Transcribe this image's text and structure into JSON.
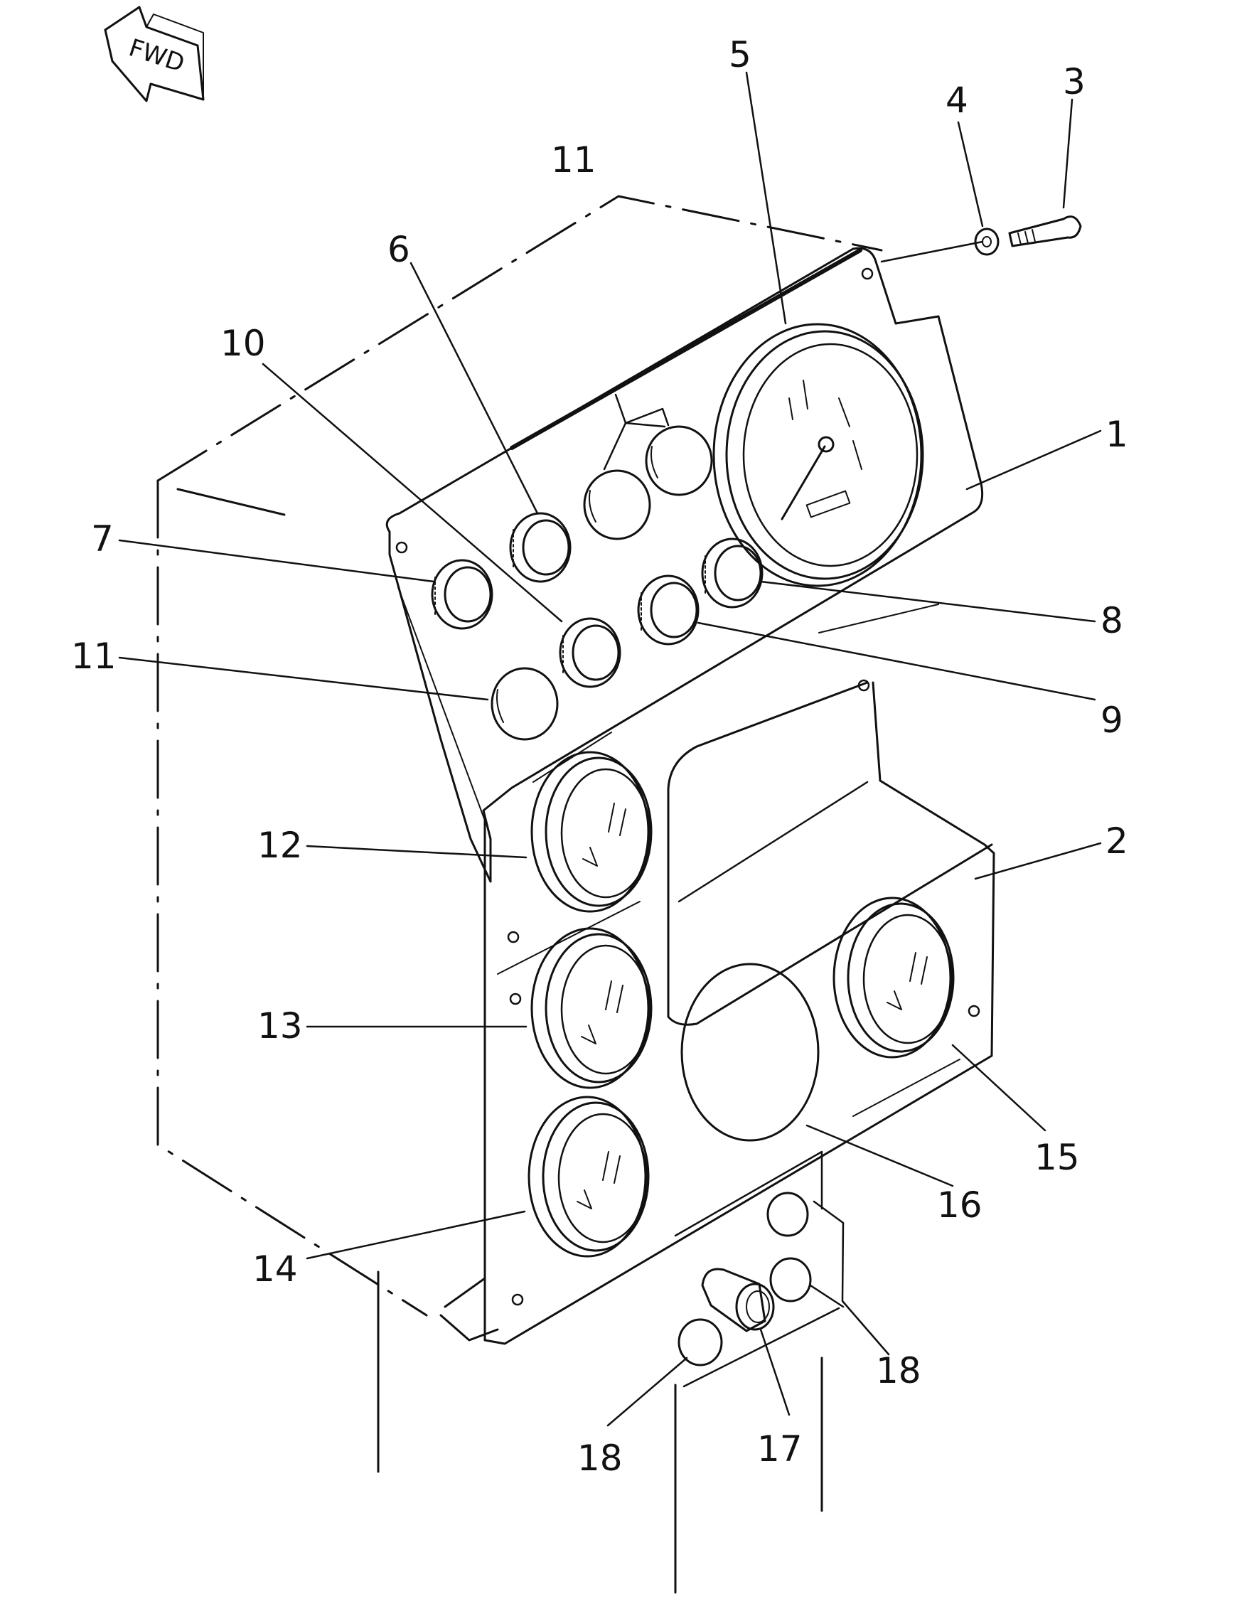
{
  "direction_arrow": {
    "label": "FWD"
  },
  "callouts": [
    {
      "id": "c1",
      "label": "1"
    },
    {
      "id": "c2",
      "label": "2"
    },
    {
      "id": "c3",
      "label": "3"
    },
    {
      "id": "c4",
      "label": "4"
    },
    {
      "id": "c5",
      "label": "5"
    },
    {
      "id": "c6",
      "label": "6"
    },
    {
      "id": "c7",
      "label": "7"
    },
    {
      "id": "c8",
      "label": "8"
    },
    {
      "id": "c9",
      "label": "9"
    },
    {
      "id": "c10",
      "label": "10"
    },
    {
      "id": "c11a",
      "label": "11"
    },
    {
      "id": "c11b",
      "label": "11"
    },
    {
      "id": "c12",
      "label": "12"
    },
    {
      "id": "c13",
      "label": "13"
    },
    {
      "id": "c14",
      "label": "14"
    },
    {
      "id": "c15",
      "label": "15"
    },
    {
      "id": "c16",
      "label": "16"
    },
    {
      "id": "c17",
      "label": "17"
    },
    {
      "id": "c18a",
      "label": "18"
    },
    {
      "id": "c18b",
      "label": "18"
    }
  ]
}
